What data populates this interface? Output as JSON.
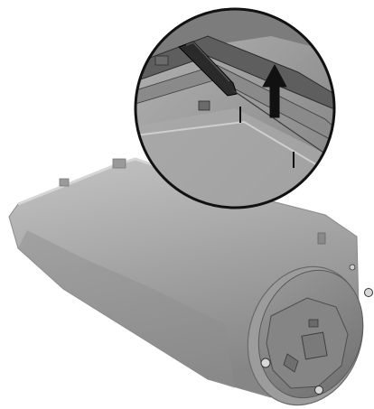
{
  "illustration": {
    "subject": "toner-cartridge",
    "inset": "magnified-detail",
    "callout_marks": 2,
    "direction": "up"
  },
  "palette": {
    "body_light": "#b9b9b9",
    "body_mid": "#9d9d9d",
    "body_dark": "#727272",
    "end_cap": "#8e8e8e",
    "outline": "#111111",
    "inset_bg": "#a3a3a3",
    "arrow": "#111111",
    "background": "#ffffff"
  }
}
